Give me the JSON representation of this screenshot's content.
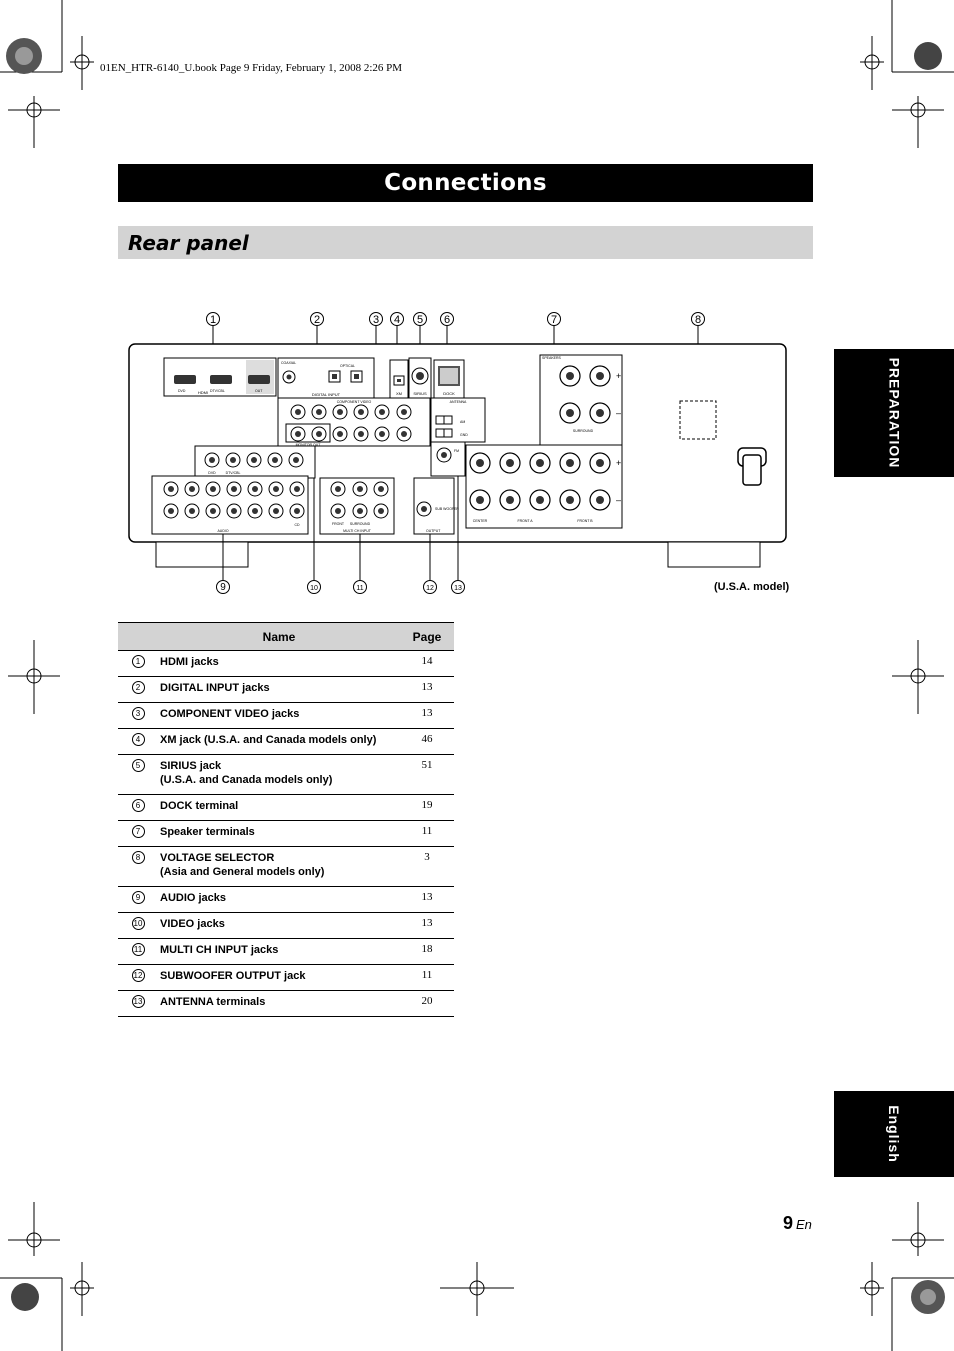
{
  "file_header": "01EN_HTR-6140_U.book  Page 9  Friday, February 1, 2008  2:26 PM",
  "title": "Connections",
  "section_title": "Rear panel",
  "side_tabs": {
    "preparation": "PREPARATION",
    "english": "English"
  },
  "panel": {
    "callouts_top": [
      "1",
      "2",
      "3",
      "4",
      "5",
      "6",
      "7",
      "8"
    ],
    "callouts_bottom": [
      "9",
      "10",
      "11",
      "12",
      "13"
    ],
    "labels": {
      "hdmi": "HDMI",
      "hdmi_dvd": "DVD",
      "hdmi_dtv": "DTV/CBL",
      "hdmi_out": "OUT",
      "digital_input": "DIGITAL INPUT",
      "coaxial": "COAXIAL",
      "optical": "OPTICAL",
      "component_video": "COMPONENT VIDEO",
      "monitor_out": "MONITOR OUT",
      "xm": "XM",
      "sirius": "SIRIUS",
      "dock": "DOCK",
      "antenna": "ANTENNA",
      "am": "AM",
      "gnd": "GND",
      "fm": "FM",
      "speakers": "SPEAKERS",
      "surround": "SURROUND",
      "center": "CENTER",
      "front_a": "FRONT A",
      "front_b": "FRONT B",
      "audio": "AUDIO",
      "multi_ch_input": "MULTI CH INPUT",
      "output": "OUTPUT",
      "subwoofer": "SUB WOOFER",
      "front": "FRONT",
      "dvd": "DVD",
      "dtv": "DTV/CBL",
      "cd": "CD"
    }
  },
  "model_note": "(U.S.A. model)",
  "table": {
    "headers": {
      "name": "Name",
      "page": "Page"
    },
    "rows": [
      {
        "num": "1",
        "name": "HDMI jacks",
        "page": "14"
      },
      {
        "num": "2",
        "name": "DIGITAL INPUT jacks",
        "page": "13"
      },
      {
        "num": "3",
        "name": "COMPONENT VIDEO jacks",
        "page": "13"
      },
      {
        "num": "4",
        "name": "XM jack (U.S.A. and Canada models only)",
        "page": "46"
      },
      {
        "num": "5",
        "name": "SIRIUS jack",
        "name2": "(U.S.A. and Canada models only)",
        "page": "51"
      },
      {
        "num": "6",
        "name": "DOCK terminal",
        "page": "19"
      },
      {
        "num": "7",
        "name": "Speaker terminals",
        "page": "11"
      },
      {
        "num": "8",
        "name": "VOLTAGE SELECTOR",
        "name2": "(Asia and General models only)",
        "page": "3"
      },
      {
        "num": "9",
        "name": "AUDIO jacks",
        "page": "13"
      },
      {
        "num": "10",
        "name": "VIDEO jacks",
        "page": "13"
      },
      {
        "num": "11",
        "name": "MULTI CH INPUT jacks",
        "page": "18"
      },
      {
        "num": "12",
        "name": "SUBWOOFER OUTPUT jack",
        "page": "11"
      },
      {
        "num": "13",
        "name": "ANTENNA terminals",
        "page": "20"
      }
    ]
  },
  "page_number": "9",
  "page_lang": "En"
}
